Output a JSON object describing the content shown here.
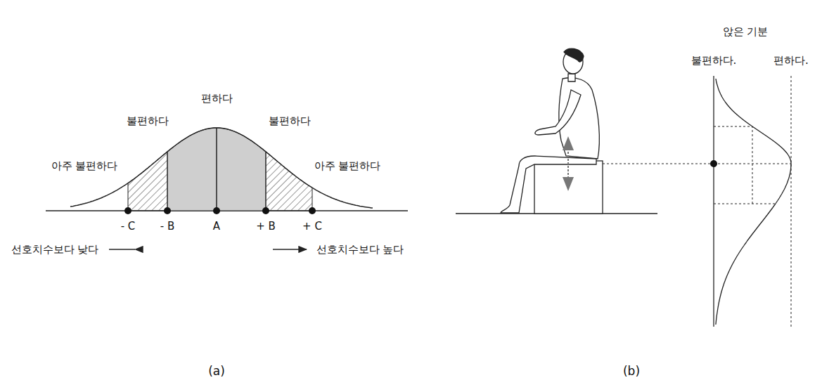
{
  "diagram": {
    "labels": [
      "편하다",
      "불편하다",
      "불편하다",
      "아주 불편하다",
      "아주 불편하다",
      "- C",
      "- B",
      "A",
      "+ B",
      "+ C",
      "선호치수보다 낮다",
      "선호치수보다 높다",
      "(a)",
      "앉은 기분",
      "불편하다.",
      "편하다.",
      "(b)"
    ]
  }
}
